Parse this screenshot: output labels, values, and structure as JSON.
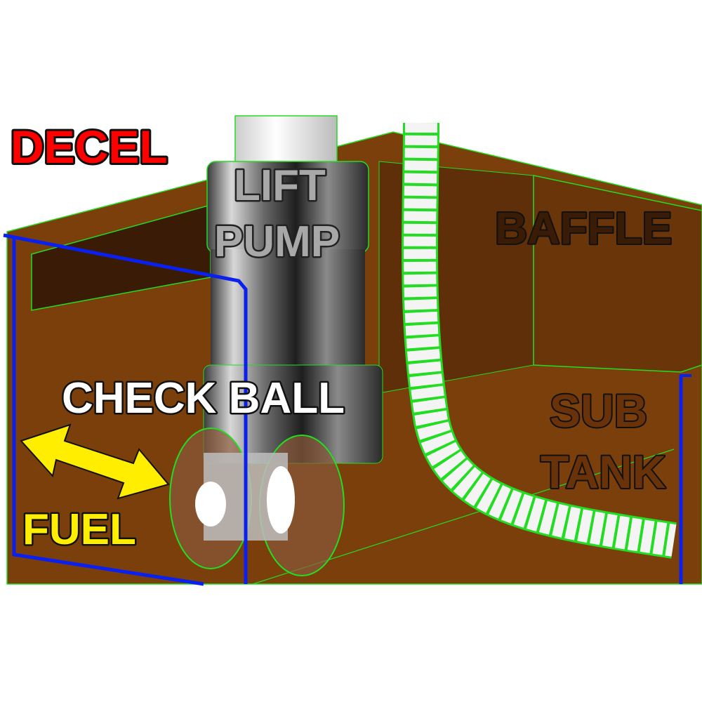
{
  "labels": {
    "decel": "DECEL",
    "lift": "LIFT",
    "pump": "PUMP",
    "baffle": "BAFFLE",
    "check_ball": "CHECK BALL",
    "sub": "SUB",
    "tank": "TANK",
    "fuel": "FUEL"
  },
  "colors": {
    "tank": "#7b3f0c",
    "tank_dark": "#3a1c06",
    "outline_green": "#22dd22",
    "blue_line": "#0a20ee",
    "decel": "#ff0000",
    "fuel": "#ffee00",
    "check_ball": "#ffffff",
    "pump_label": "#a8a8a8",
    "baffle_label": "#3a1c06",
    "sub_tank_label": "#6a3208"
  },
  "icons": {
    "fuel_arrow": "double-arrow-icon"
  }
}
